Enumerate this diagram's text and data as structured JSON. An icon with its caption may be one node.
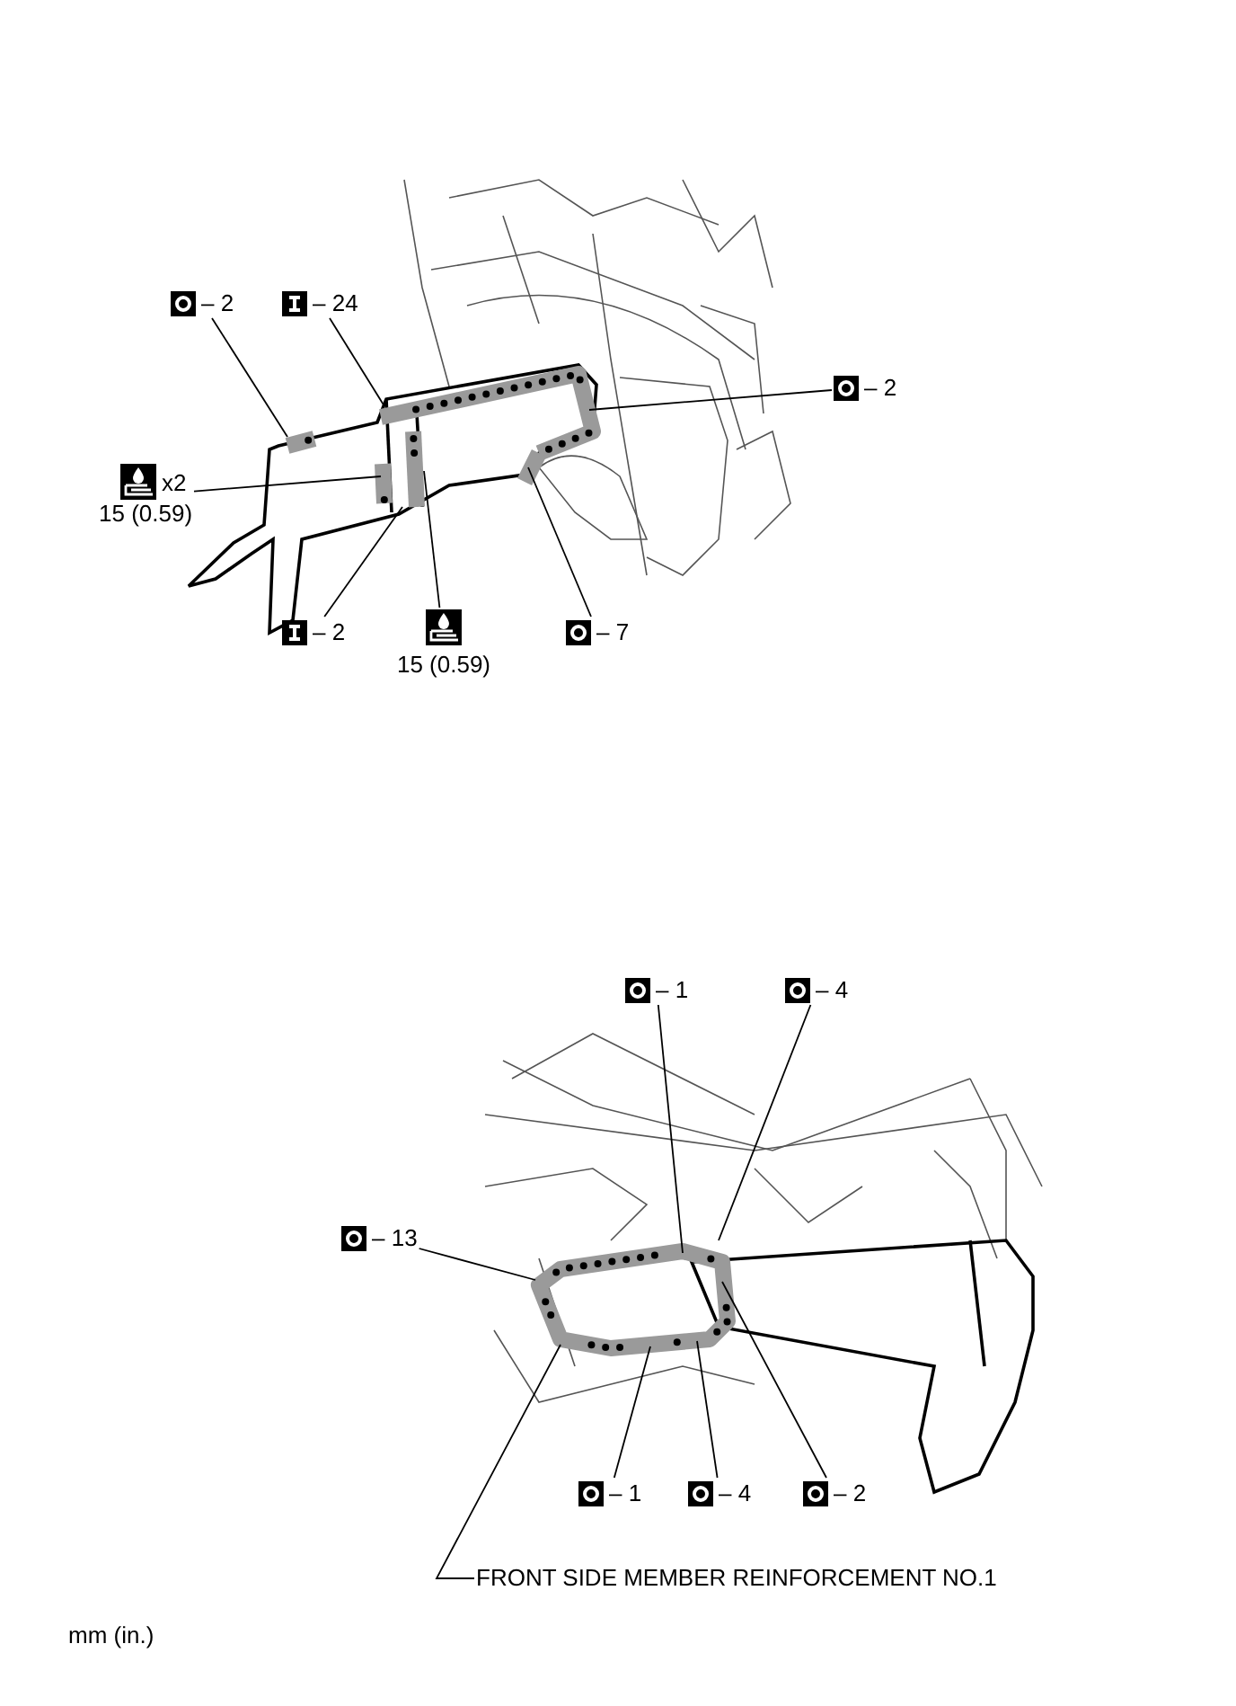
{
  "diagram": {
    "nodes": [
      {
        "text": [
          "– 2"
        ]
      },
      {
        "text": [
          "– 24"
        ]
      },
      {
        "text": [
          "– 2"
        ]
      },
      {
        "text": [
          "x2",
          "15 (0.59)"
        ]
      },
      {
        "text": [
          "– 2"
        ]
      },
      {
        "text": [
          "15 (0.59)"
        ]
      },
      {
        "text": [
          "– 7"
        ]
      },
      {
        "text": [
          "– 1"
        ]
      },
      {
        "text": [
          "– 4"
        ]
      },
      {
        "text": [
          "– 13"
        ]
      },
      {
        "text": [
          "– 1"
        ]
      },
      {
        "text": [
          "– 4"
        ]
      },
      {
        "text": [
          "– 2"
        ]
      },
      {
        "text": [
          "FRONT SIDE MEMBER REINFORCEMENT NO.1"
        ]
      }
    ],
    "edges": [
      {
        "from": 0,
        "to": null,
        "arrow": "none"
      },
      {
        "from": 1,
        "to": null,
        "arrow": "none"
      },
      {
        "from": 2,
        "to": null,
        "arrow": "none"
      },
      {
        "from": 3,
        "to": null,
        "arrow": "none"
      },
      {
        "from": 4,
        "to": null,
        "arrow": "none"
      },
      {
        "from": 5,
        "to": null,
        "arrow": "none"
      },
      {
        "from": 6,
        "to": null,
        "arrow": "none"
      },
      {
        "from": 7,
        "to": null,
        "arrow": "none"
      },
      {
        "from": 8,
        "to": null,
        "arrow": "none"
      },
      {
        "from": 9,
        "to": null,
        "arrow": "none"
      },
      {
        "from": 10,
        "to": null,
        "arrow": "none"
      },
      {
        "from": 11,
        "to": null,
        "arrow": "none"
      },
      {
        "from": 12,
        "to": null,
        "arrow": "none"
      },
      {
        "from": 13,
        "to": null,
        "arrow": "none"
      }
    ],
    "labels": [
      "mm (in.)"
    ]
  }
}
